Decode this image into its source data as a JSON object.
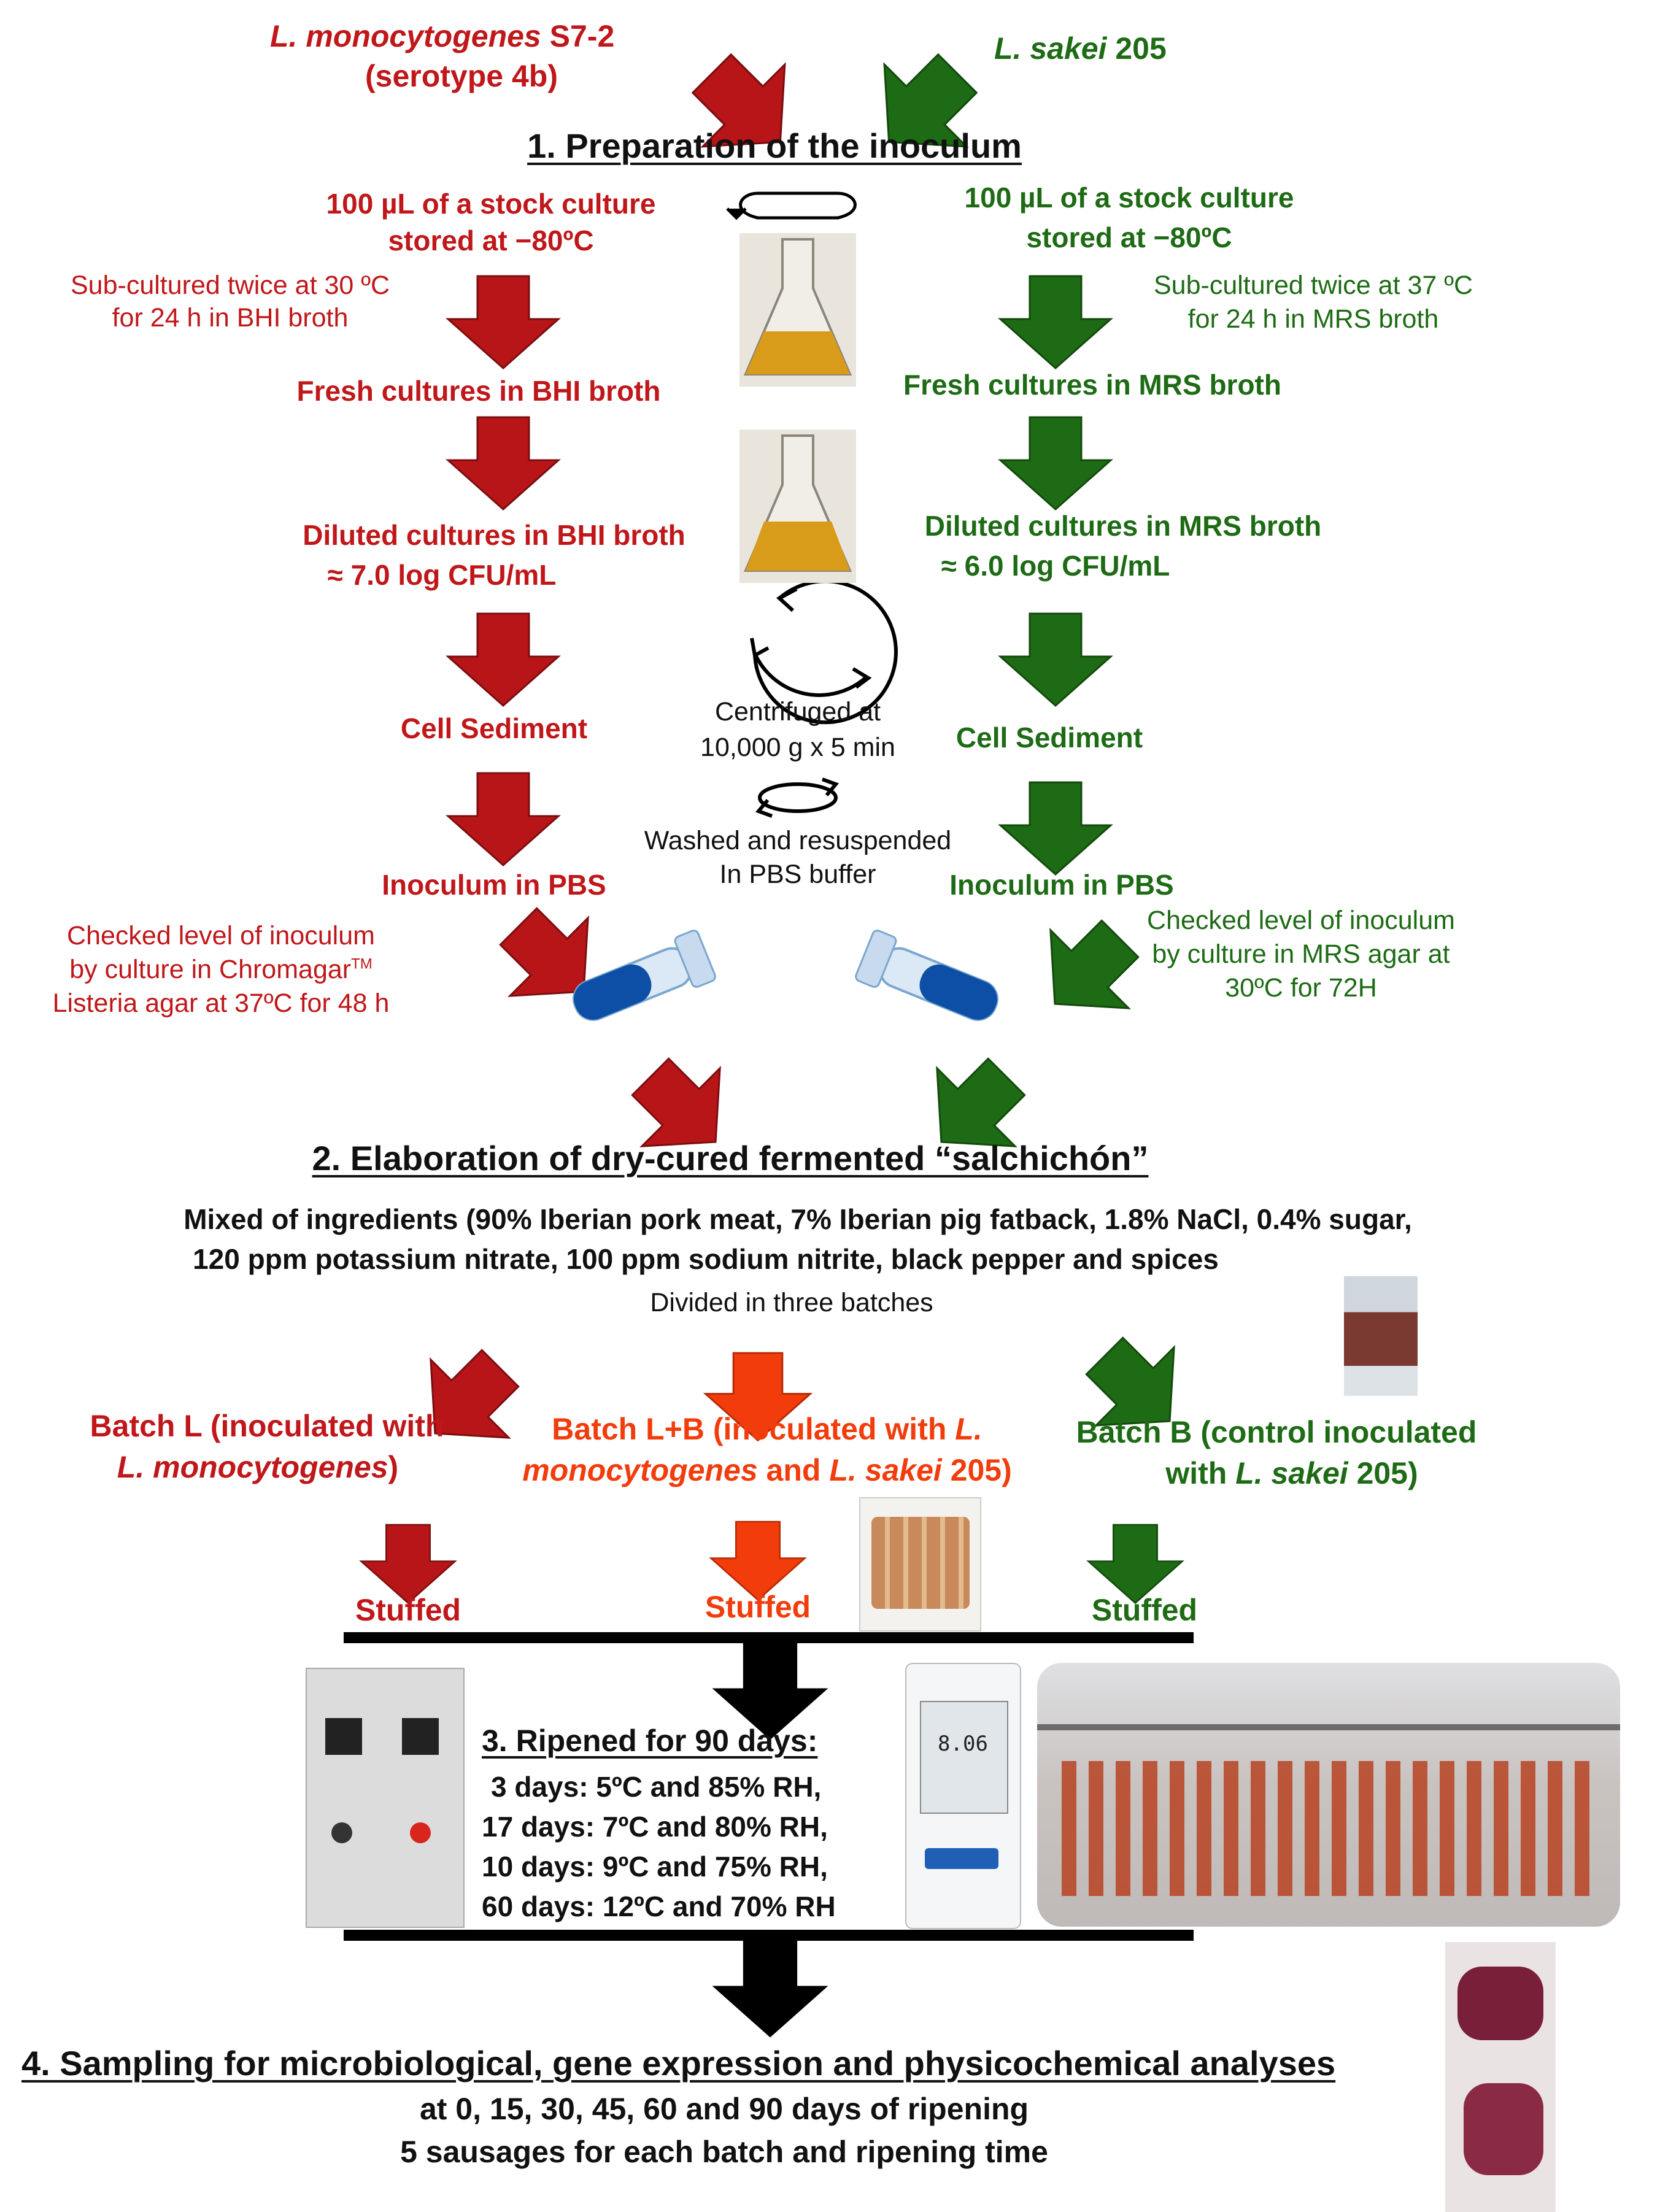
{
  "colors": {
    "red": "#c0171a",
    "green": "#1e6b15",
    "orange": "#f23c0c",
    "black": "#111111"
  },
  "strains": {
    "left_name": "L. monocytogenes",
    "left_suffix": "S7-2",
    "left_serotype": "(serotype 4b)",
    "right_name": "L. sakei",
    "right_suffix": "205"
  },
  "step1": {
    "title": "1. Preparation of the inoculum",
    "left": {
      "stock_1": "100 µL of a stock culture",
      "stock_2": "stored at −80ºC",
      "sub_1": "Sub-cultured twice at 30 ºC",
      "sub_2": "for 24 h in BHI broth",
      "fresh": "Fresh cultures in BHI broth",
      "diluted_1": "Diluted cultures in BHI broth",
      "diluted_2": "≈ 7.0 log CFU/mL",
      "sediment": "Cell Sediment",
      "inoculum": "Inoculum in PBS",
      "check_1": "Checked level of inoculum",
      "check_2": "by culture in Chromagar",
      "check_2_sup": "TM",
      "check_3": "Listeria agar at 37ºC for 48 h"
    },
    "right": {
      "stock_1": "100 µL of a stock culture",
      "stock_2": "stored at −80ºC",
      "sub_1": "Sub-cultured twice at 37 ºC",
      "sub_2": "for 24 h in MRS broth",
      "fresh": "Fresh cultures in MRS broth",
      "diluted_1": "Diluted cultures in MRS broth",
      "diluted_2": "≈ 6.0 log CFU/mL",
      "sediment": "Cell Sediment",
      "inoculum": "Inoculum in PBS",
      "check_1": "Checked level of inoculum",
      "check_2": "by culture in MRS agar at",
      "check_3": "30ºC for 72H"
    },
    "center": {
      "centrifuge_1": "Centrifuged at",
      "centrifuge_2": "10,000 g x 5 min",
      "wash_1": "Washed and resuspended",
      "wash_2": "In PBS buffer"
    }
  },
  "step2": {
    "title": "2. Elaboration of dry-cured fermented “salchichón”",
    "ingredients_1": "Mixed of ingredients (90% Iberian pork meat, 7% Iberian pig fatback, 1.8% NaCl, 0.4% sugar,",
    "ingredients_2": "120 ppm potassium nitrate, 100 ppm sodium nitrite, black pepper and spices",
    "divided": "Divided in three batches",
    "batch_l_1": "Batch L (inoculated with",
    "batch_l_2": "L. monocytogenes",
    "batch_l_2b": ")",
    "batch_lb_1a": "Batch L+B (inoculated with ",
    "batch_lb_1b": "L.",
    "batch_lb_2a": "monocytogenes",
    "batch_lb_2b": " and ",
    "batch_lb_2c": "L. sakei",
    "batch_lb_2d": " 205)",
    "batch_b_1": "Batch B (control inoculated",
    "batch_b_2a": "with ",
    "batch_b_2b": "L. sakei",
    "batch_b_2c": " 205)",
    "stuffed": "Stuffed"
  },
  "step3": {
    "title": "3. Ripened  for 90 days:",
    "line_1": "3 days: 5ºC and 85% RH,",
    "line_2": "17 days: 7ºC and 80% RH,",
    "line_3": "10 days: 9ºC and 75% RH,",
    "line_4": "60 days: 12ºC and 70% RH",
    "logger_display": "8.06"
  },
  "step4": {
    "title": "4. Sampling for microbiological, gene expression and physicochemical analyses",
    "line_1": "at 0, 15, 30, 45, 60 and 90 days of ripening",
    "line_2": "5 sausages for each batch and ripening time"
  }
}
